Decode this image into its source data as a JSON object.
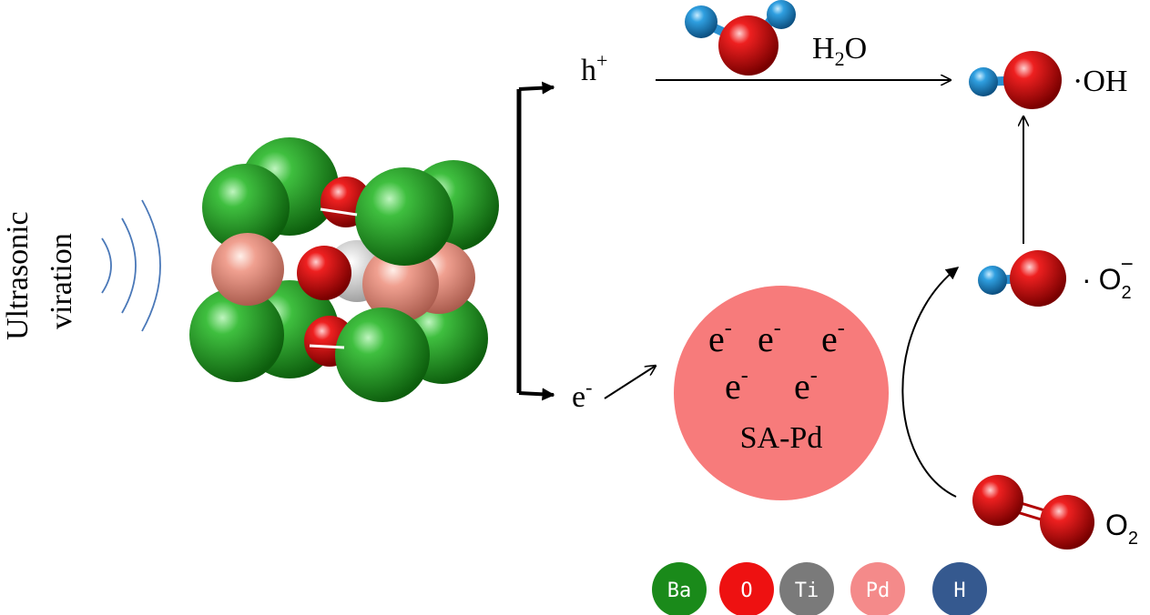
{
  "side_label": {
    "line1": "Ultrasonic",
    "line2": "viration"
  },
  "carriers": {
    "hole_base": "h",
    "hole_sup": "+",
    "electron_base": "e",
    "electron_sup": "-"
  },
  "molecules": {
    "water_base": "H",
    "water_sub": "2",
    "water_tail": "O",
    "hydroxyl": "·OH",
    "superoxide_dot": "·",
    "superoxide_base": "O",
    "superoxide_sub": "2",
    "superoxide_sup": "−",
    "oxygen_base": "O",
    "oxygen_sub": "2"
  },
  "catalyst": {
    "name": "SA-Pd",
    "electron_base": "e",
    "electron_sup": "-",
    "color": "#f77b7b"
  },
  "legend": [
    {
      "symbol": "Ba",
      "color": "#1a8a1a"
    },
    {
      "symbol": "O",
      "color": "#ee1111"
    },
    {
      "symbol": "Ti",
      "color": "#7a7a7a"
    },
    {
      "symbol": "Pd",
      "color": "#f48a8a"
    },
    {
      "symbol": "H",
      "color": "#35598f"
    }
  ],
  "atom_colors": {
    "Ba": "#1f9a1f",
    "O": "#e01010",
    "Ti": "#d8d8d8",
    "Pd": "#ee9080",
    "H": "#2a8fd0"
  }
}
